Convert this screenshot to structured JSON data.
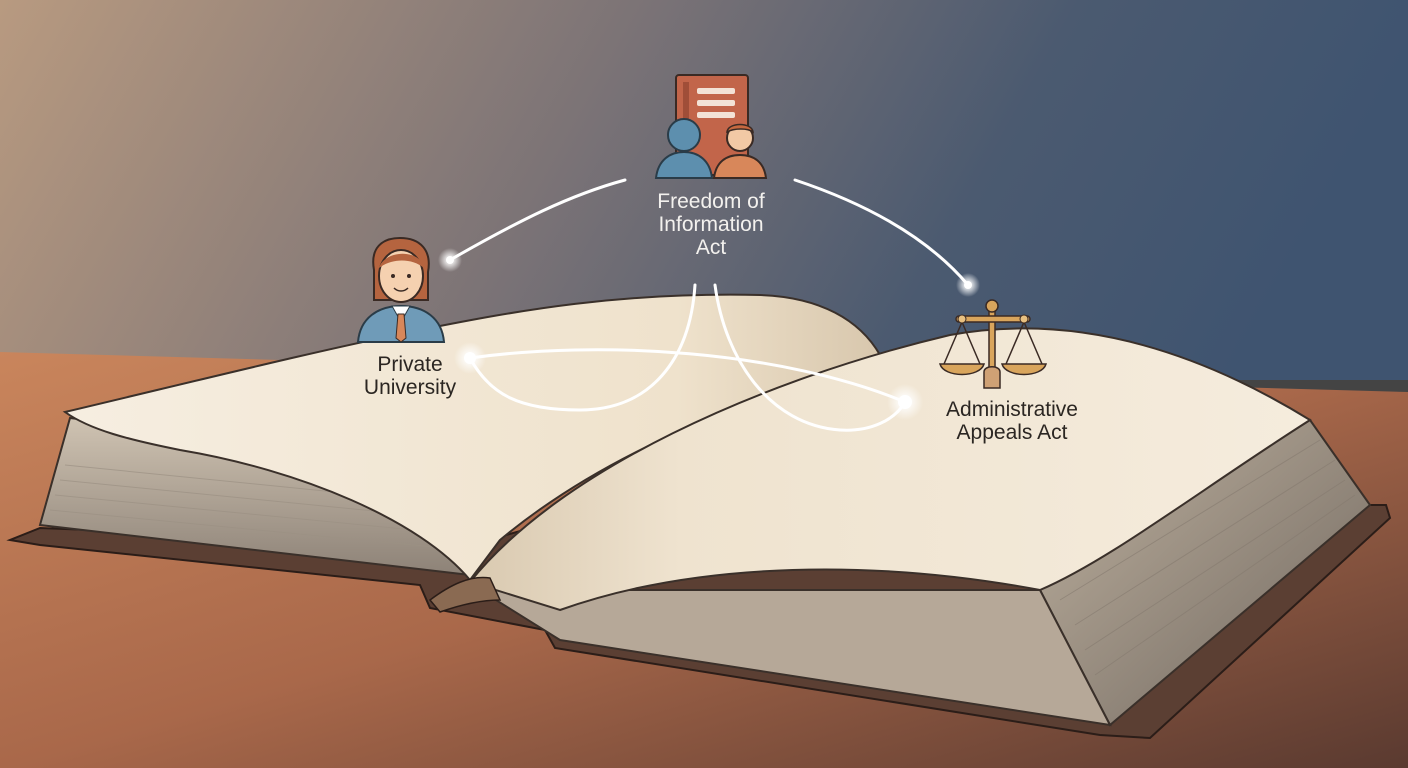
{
  "nodes": {
    "foia": {
      "label": "Freedom of\nInformation\nAct",
      "icon": "document-with-people-icon"
    },
    "private_university": {
      "label": "Private\nUniversity",
      "icon": "person-avatar-icon"
    },
    "administrative_appeals": {
      "label": "Administrative\nAppeals Act",
      "icon": "scales-of-justice-icon"
    }
  },
  "connections": [
    {
      "from": "Freedom of Information Act",
      "to": "Private University"
    },
    {
      "from": "Freedom of Information Act",
      "to": "Administrative Appeals Act"
    },
    {
      "from": "Private University",
      "to": "Administrative Appeals Act"
    }
  ],
  "colors": {
    "wall_left": "#b89a80",
    "wall_right": "#3f5470",
    "table": "#b86f4c",
    "page": "#f2e8d8",
    "document_icon": "#c2654a",
    "person_blue": "#5d8fae",
    "person_orange": "#d8875a",
    "scales_gold": "#d9a55c",
    "connector": "#ffffff"
  }
}
